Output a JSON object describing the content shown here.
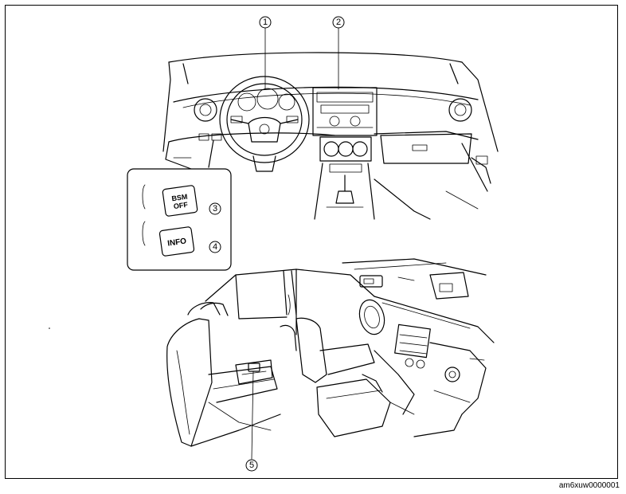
{
  "callouts": {
    "c1": "1",
    "c2": "2",
    "c3": "3",
    "c4": "4",
    "c5": "5"
  },
  "buttons": {
    "bsm_line1": "BSM",
    "bsm_line2": "OFF",
    "info": "INFO"
  },
  "figure_code": "am6xuw0000001"
}
